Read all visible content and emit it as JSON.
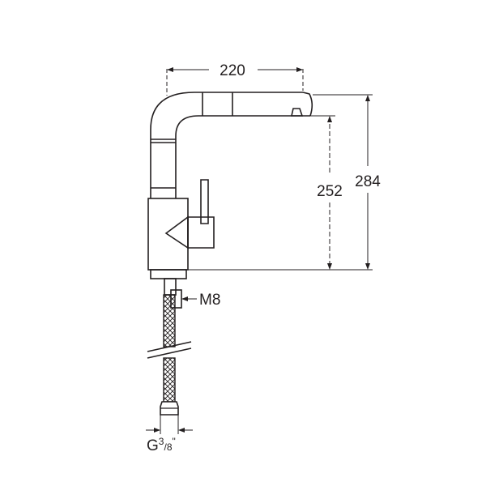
{
  "dimensions": {
    "reach": "220",
    "spout_height": "252",
    "total_height": "284",
    "fixing_thread": "M8",
    "hose_connection": {
      "base": "G",
      "numerator": "3",
      "slash": "/",
      "denominator": "8",
      "inch_mark": "\""
    }
  },
  "colors": {
    "line": "#231f20",
    "background": "#ffffff"
  }
}
